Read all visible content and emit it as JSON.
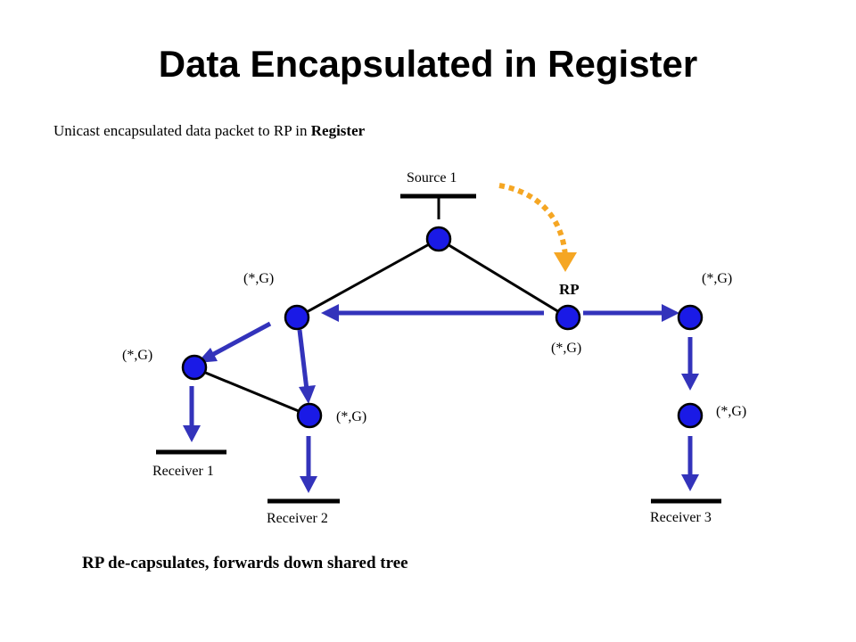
{
  "title": "Data Encapsulated in Register",
  "subtitle": {
    "prefix": "Unicast encapsulated data packet to RP in ",
    "bold": "Register"
  },
  "footer": "RP de-capsulates, forwards down shared tree",
  "labels": {
    "source1": "Source 1",
    "rp": "RP",
    "receiver1": "Receiver 1",
    "receiver2": "Receiver 2",
    "receiver3": "Receiver 3",
    "state_left_top": "(*,G)",
    "state_right_top": "(*,G)",
    "state_rp": "(*,G)",
    "state_far_left": "(*,G)",
    "state_mid_low": "(*,G)",
    "state_right_low": "(*,G)"
  },
  "colors": {
    "node": "#1a1ae6",
    "arrow": "#3333bb",
    "register_arrow": "#f5a623",
    "link": "#000000"
  }
}
